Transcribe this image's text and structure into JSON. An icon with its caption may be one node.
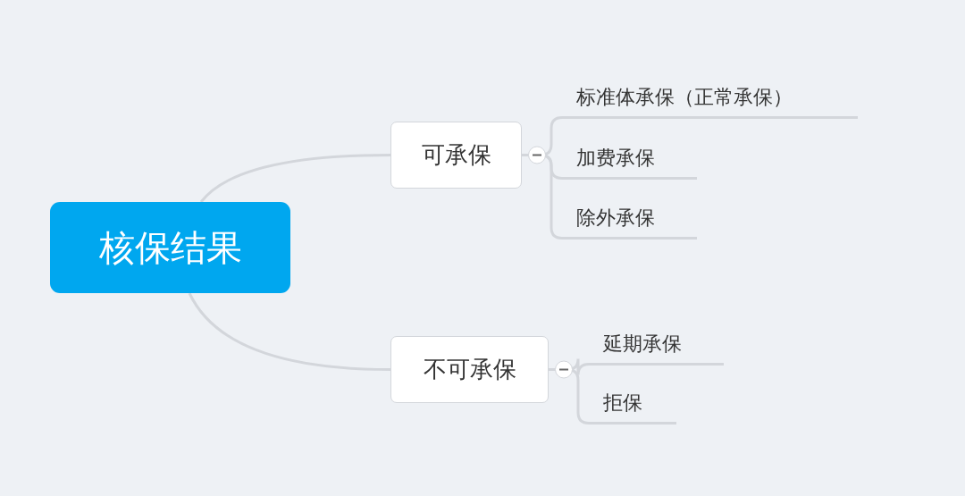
{
  "diagram": {
    "nodes": [
      {
        "text": [
          "核保结果"
        ]
      },
      {
        "text": [
          "可承保"
        ]
      },
      {
        "text": [
          "不可承保"
        ]
      },
      {
        "text": [
          "标准体承保（正常承保）"
        ]
      },
      {
        "text": [
          "加费承保"
        ]
      },
      {
        "text": [
          "除外承保"
        ]
      },
      {
        "text": [
          "延期承保"
        ]
      },
      {
        "text": [
          "拒保"
        ]
      }
    ],
    "edges": [
      {
        "from": 0,
        "to": 1,
        "arrow": "none"
      },
      {
        "from": 0,
        "to": 2,
        "arrow": "none"
      },
      {
        "from": 1,
        "to": 3,
        "arrow": "none"
      },
      {
        "from": 1,
        "to": 4,
        "arrow": "none"
      },
      {
        "from": 1,
        "to": 5,
        "arrow": "none"
      },
      {
        "from": 2,
        "to": 6,
        "arrow": "none"
      },
      {
        "from": 2,
        "to": 7,
        "arrow": "none"
      }
    ]
  }
}
